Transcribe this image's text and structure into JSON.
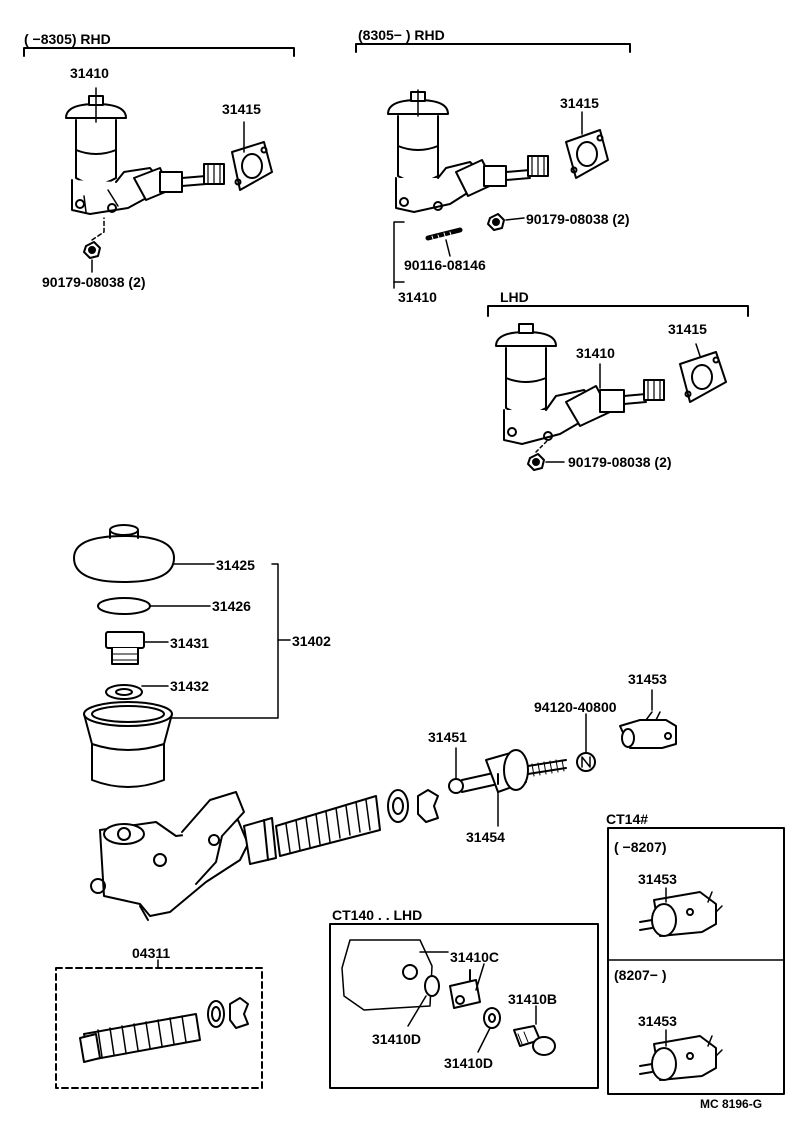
{
  "figure_code": "MC 8196-G",
  "groups": {
    "rhd_early": {
      "header": "(      −8305) RHD",
      "labels": {
        "master_cyl": "31410",
        "gasket": "31415",
        "nut": "90179-08038 (2)"
      }
    },
    "rhd_late": {
      "header": "(8305−        ) RHD",
      "labels": {
        "gasket": "31415",
        "nut": "90179-08038 (2)",
        "stud": "90116-08146",
        "master_cyl": "31410"
      }
    },
    "lhd": {
      "header": "LHD",
      "labels": {
        "gasket": "31415",
        "master_cyl": "31410",
        "nut": "90179-08038 (2)"
      }
    }
  },
  "exploded": {
    "cap": "31425",
    "diaphragm": "31426",
    "union": "31431",
    "gasket": "31432",
    "reservoir_set": "31402",
    "pushrod": "31451",
    "boot": "31454",
    "nut": "94120-40800",
    "clevis": "31453",
    "kit": "04311"
  },
  "ct140": {
    "header": "CT140 . . LHD",
    "labels": {
      "c": "31410C",
      "b": "31410B",
      "d1": "31410D",
      "d2": "31410D"
    }
  },
  "ct14": {
    "header": "CT14#",
    "early_header": "(      −8207)",
    "late_header": "(8207−        )",
    "early_label": "31453",
    "late_label": "31453"
  }
}
